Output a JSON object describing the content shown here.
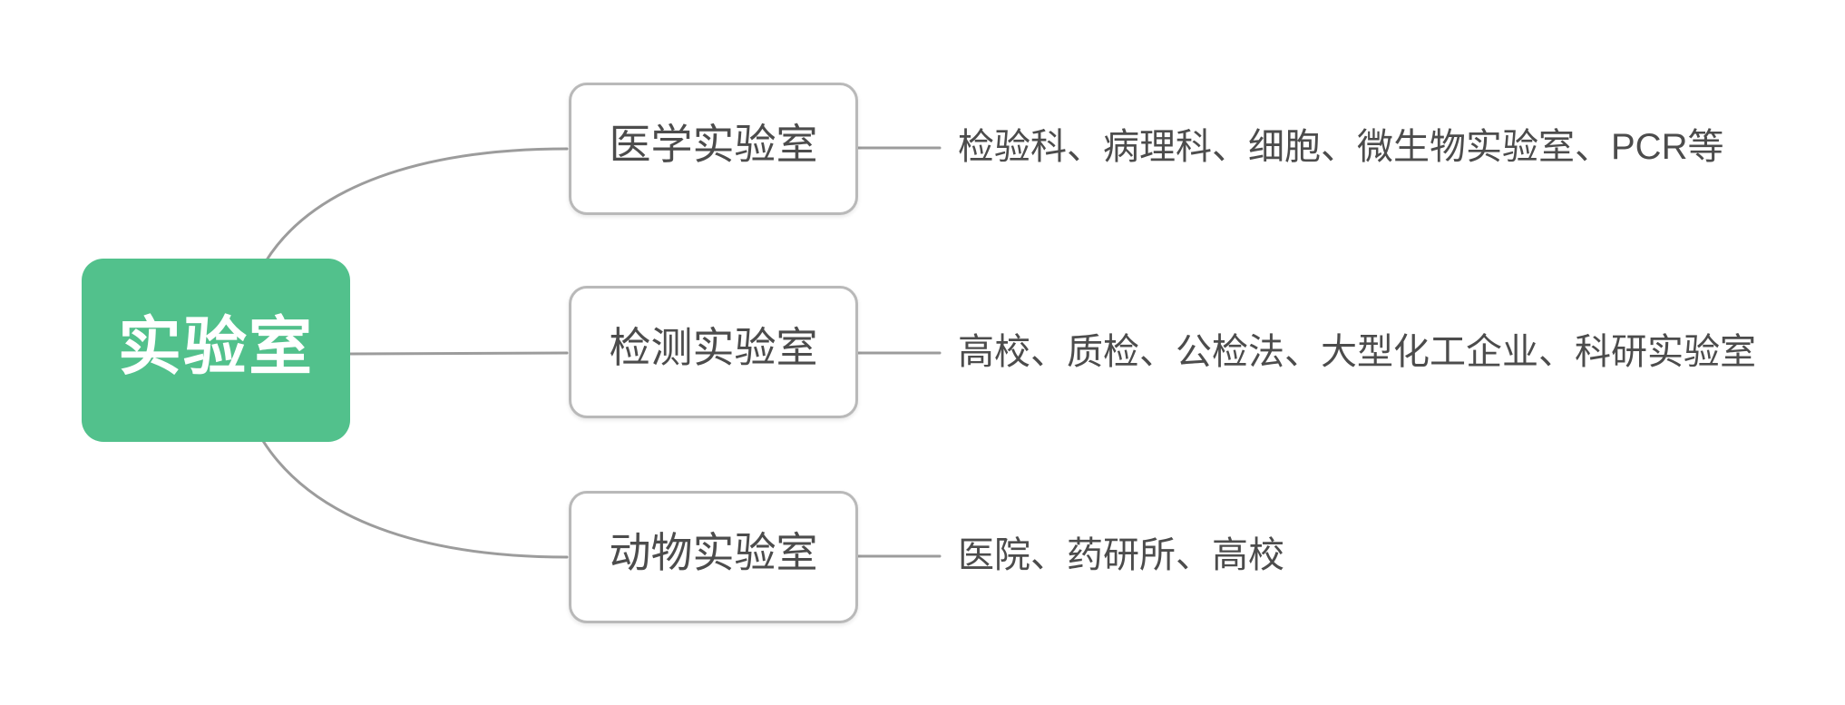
{
  "diagram": {
    "type": "mindmap",
    "root": {
      "label": "实验室"
    },
    "branches": [
      {
        "label": "医学实验室",
        "detail": "检验科、病理科、细胞、微生物实验室、PCR等"
      },
      {
        "label": "检测实验室",
        "detail": "高校、质检、公检法、大型化工企业、科研实验室"
      },
      {
        "label": "动物实验室",
        "detail": "医院、药研所、高校"
      }
    ]
  },
  "theme": {
    "accent_color": "#52c18c",
    "root_text_color": "#ffffff",
    "text_color": "#4c4c4c",
    "box_border_color": "#b9b9b9",
    "line_color": "#9c9c9c",
    "background_color": "#ffffff"
  }
}
